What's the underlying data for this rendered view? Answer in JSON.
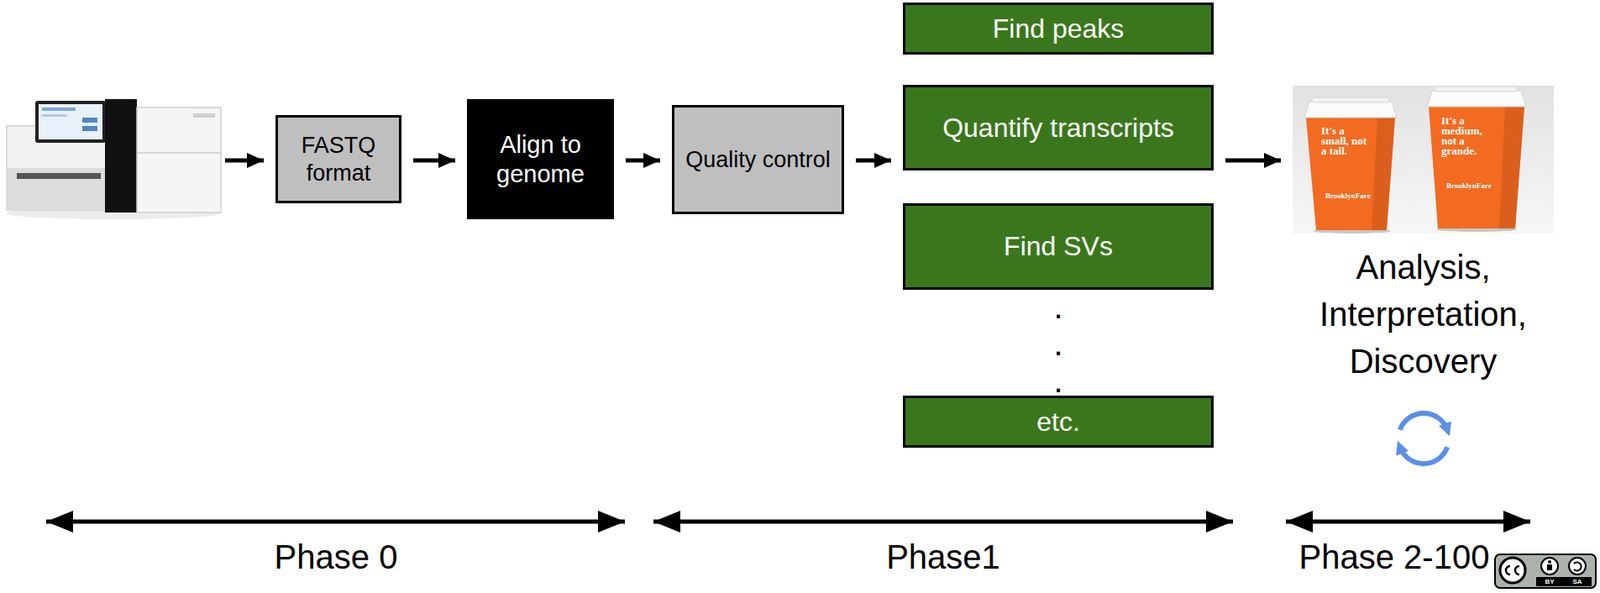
{
  "diagram": {
    "nodes": [
      {
        "text": [
          "FASTQ format"
        ]
      },
      {
        "text": [
          "Align to genome"
        ]
      },
      {
        "text": [
          "Quality control"
        ]
      },
      {
        "text": [
          "Find peaks"
        ]
      },
      {
        "text": [
          "Quantify transcripts"
        ]
      },
      {
        "text": [
          "Find SVs"
        ]
      },
      {
        "text": [
          "etc."
        ]
      },
      {
        "text": [
          "Analysis, Interpretation, Discovery"
        ]
      }
    ],
    "edges": [
      {
        "from": 0,
        "to": 1,
        "arrow": "to"
      },
      {
        "from": 1,
        "to": 2,
        "arrow": "to"
      },
      {
        "from": 2,
        "to": 4,
        "arrow": "to"
      },
      {
        "from": 4,
        "to": 7,
        "arrow": "to"
      }
    ],
    "labels": [
      ".",
      ".",
      ".",
      "It's a small, not a tall.",
      "BrooklynFare",
      "It's a medium, not a grande.",
      "BrooklynFare",
      "Phase 0",
      "Phase1",
      "Phase 2-100",
      "BY",
      "SA"
    ]
  }
}
